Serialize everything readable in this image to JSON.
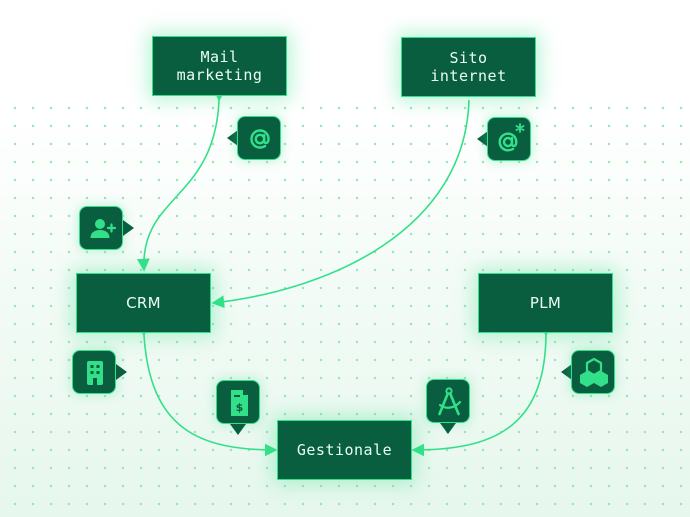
{
  "nodes": {
    "mail": "Mail\nmarketing",
    "sito": "Sito\ninternet",
    "crm": "CRM",
    "plm": "PLM",
    "gestionale": "Gestionale"
  },
  "icons": {
    "mail_badge": "at-sign-icon",
    "sito_badge": "at-sign-asterisk-icon",
    "crm_top_badge": "add-user-icon",
    "crm_bottom_badge": "building-icon",
    "gestionale_left_badge": "invoice-dollar-icon",
    "gestionale_right_badge": "compass-tool-icon",
    "plm_badge": "cubes-icon"
  },
  "colors": {
    "node_fill": "#0a5e40",
    "accent": "#33e08a",
    "text": "#e9fff2"
  }
}
